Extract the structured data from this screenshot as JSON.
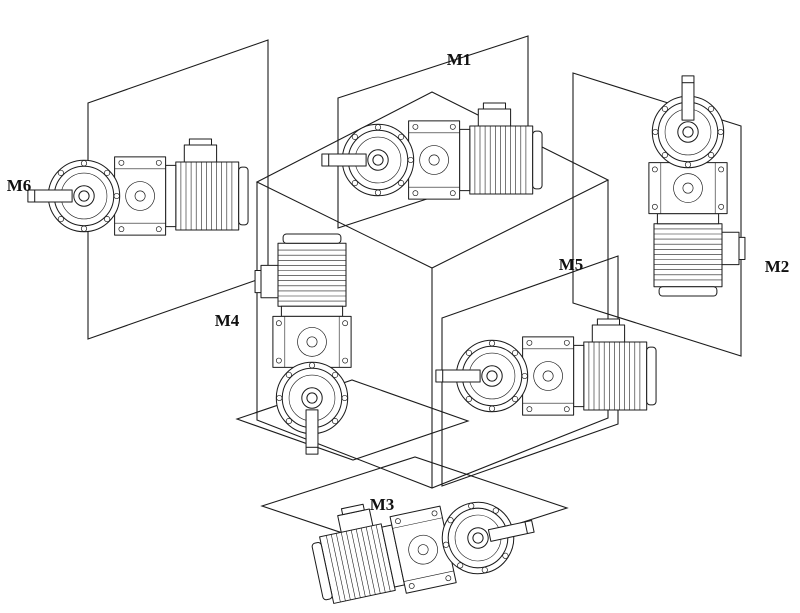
{
  "diagram": {
    "background": "#ffffff",
    "line_color": "#1c1c1c",
    "labels": {
      "m1": "M1",
      "m2": "M2",
      "m3": "M3",
      "m4": "M4",
      "m5": "M5",
      "m6": "M6"
    }
  }
}
